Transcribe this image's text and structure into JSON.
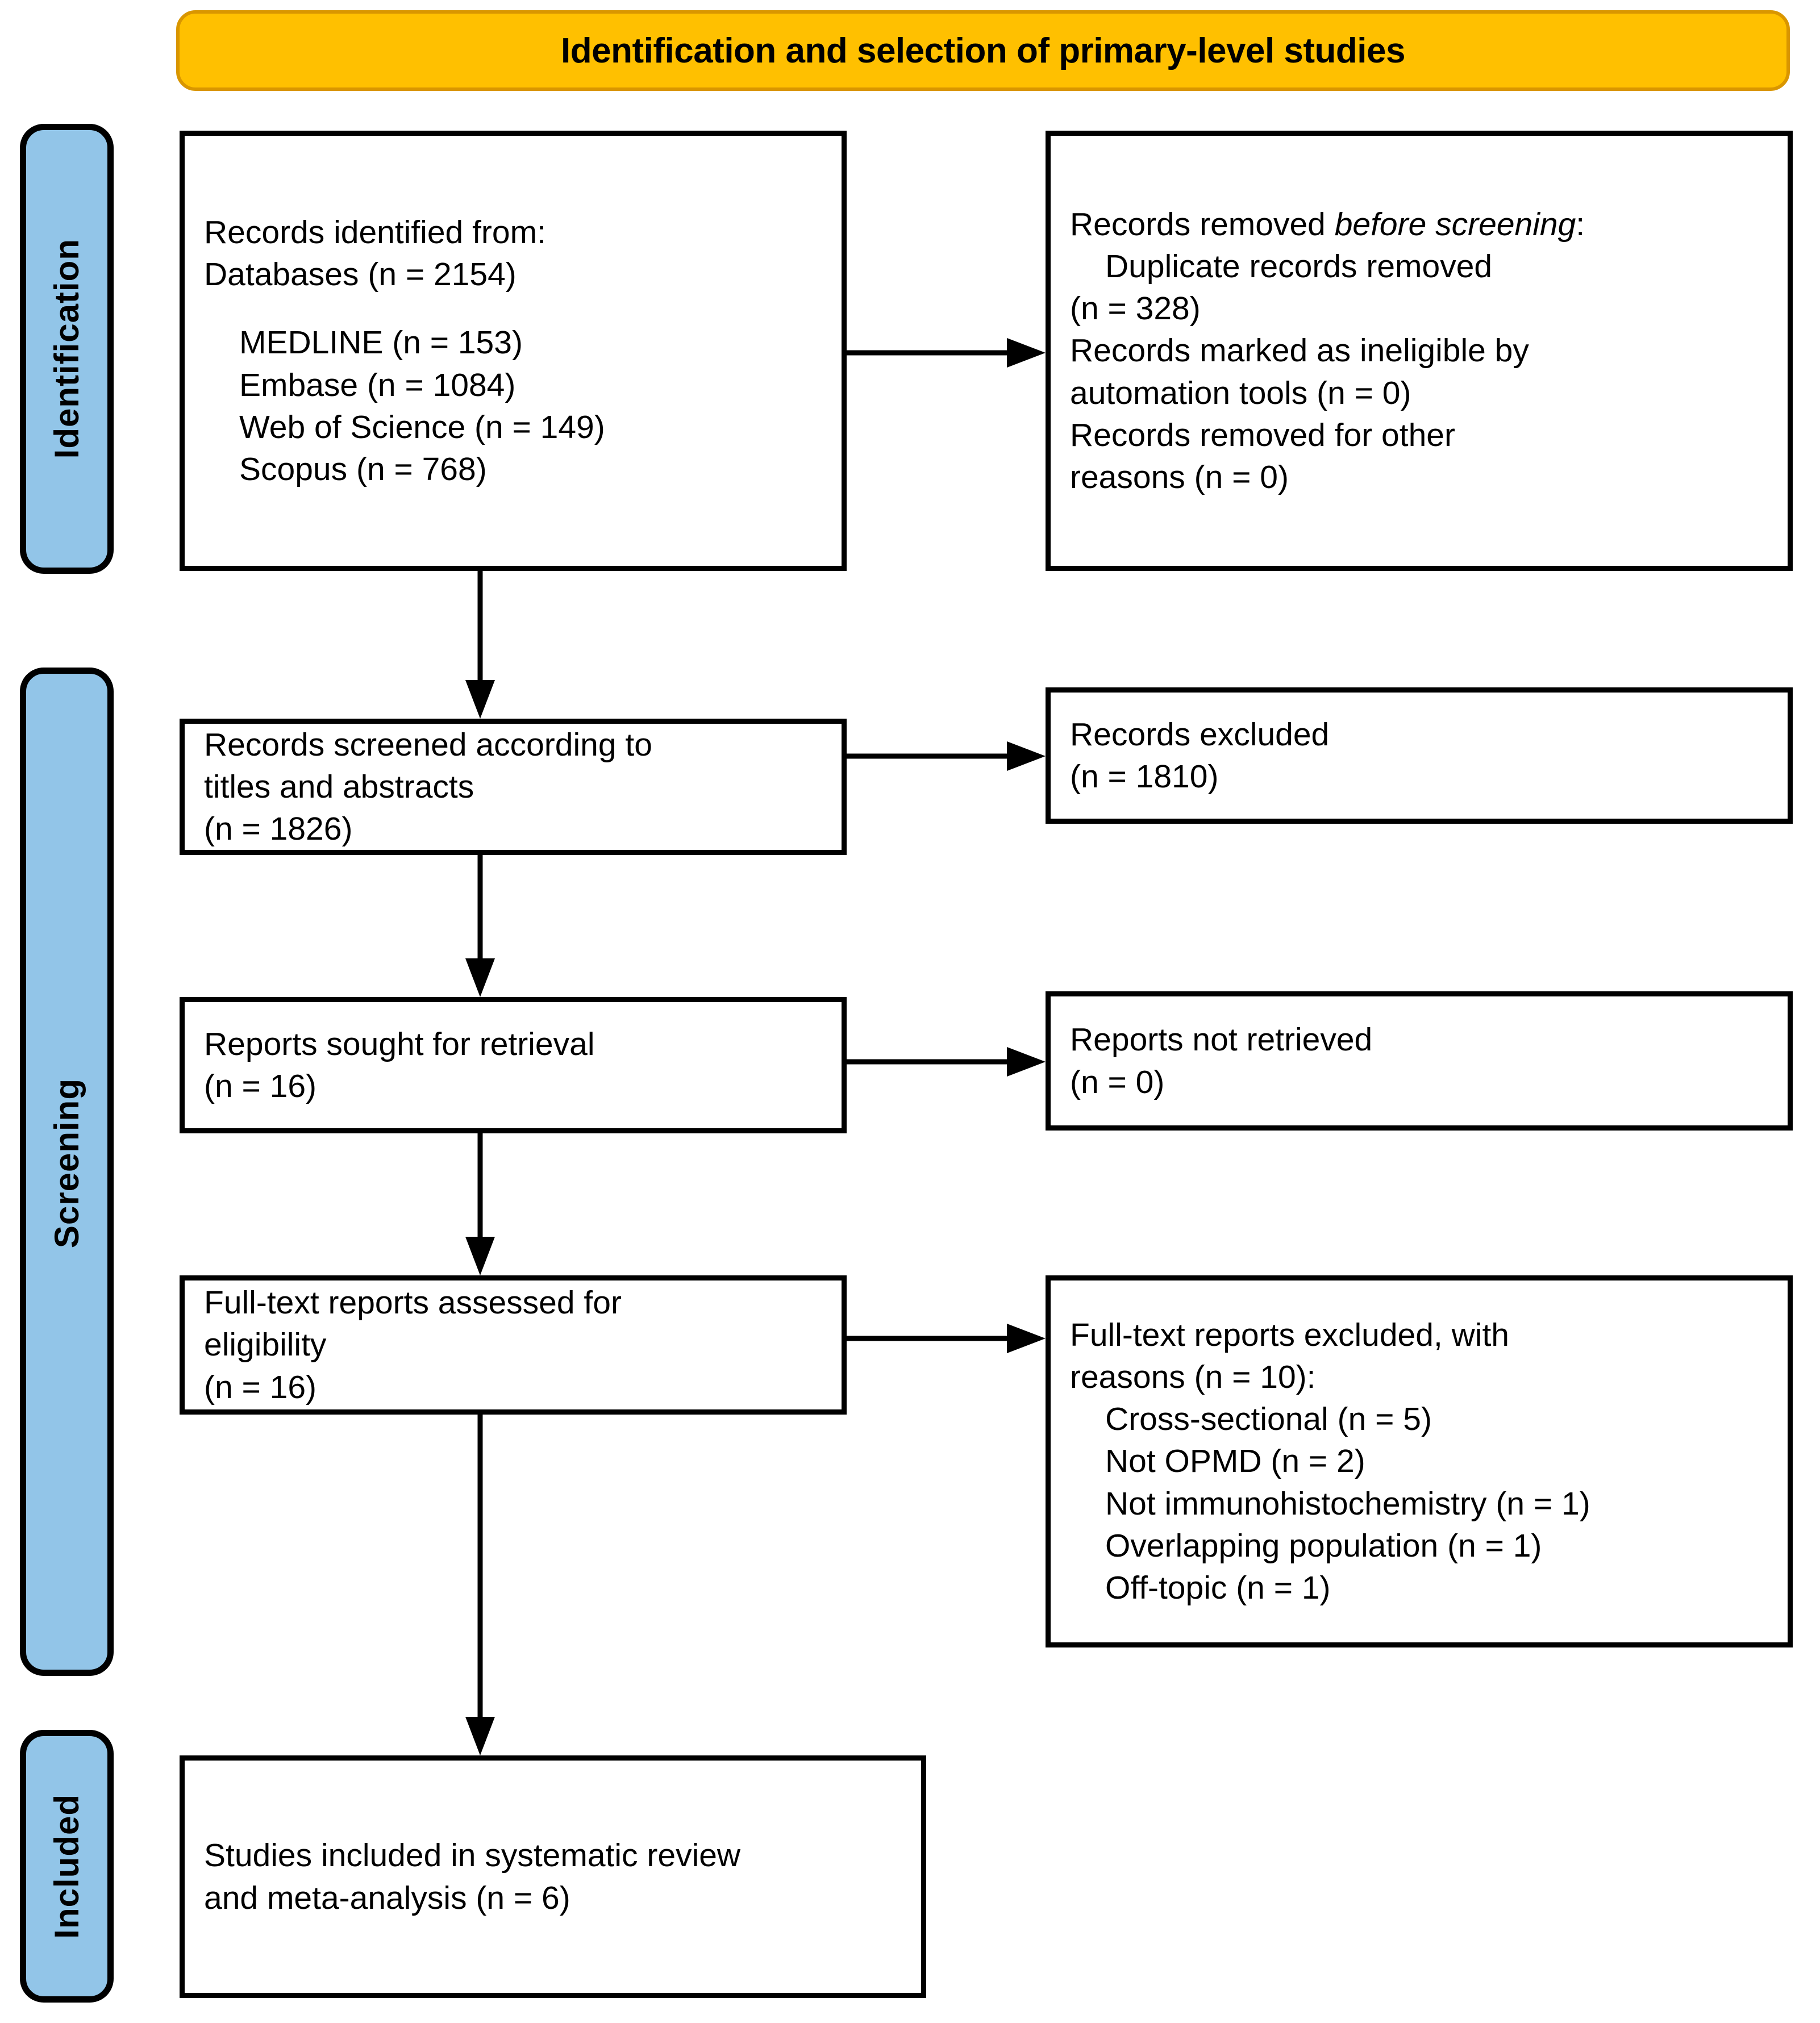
{
  "header": {
    "title": "Identification and selection of primary-level studies",
    "bar_color": "#FFC000",
    "bar_border_color": "#D99600"
  },
  "phases": [
    {
      "id": "identification",
      "label": "Identification",
      "color": "#92C5E8"
    },
    {
      "id": "screening",
      "label": "Screening",
      "color": "#92C5E8"
    },
    {
      "id": "included",
      "label": "Included",
      "color": "#92C5E8"
    }
  ],
  "boxes": {
    "identified": {
      "lines": [
        "Records identified from:",
        "Databases (n = 2154)",
        "MEDLINE (n = 153)",
        "Embase (n = 1084)",
        "Web of Science (n = 149)",
        "Scopus (n = 768)"
      ]
    },
    "removed": {
      "heading_prefix": "Records removed ",
      "heading_italic": "before screening",
      "heading_suffix": ":",
      "lines": [
        "Duplicate records removed",
        "(n = 328)",
        "Records marked as ineligible by",
        "automation tools (n = 0)",
        "Records removed for other",
        "reasons (n = 0)"
      ]
    },
    "screened": {
      "lines": [
        "Records screened according to",
        "titles and abstracts",
        "(n = 1826)"
      ]
    },
    "excluded": {
      "lines": [
        "Records excluded",
        "(n = 1810)"
      ]
    },
    "sought": {
      "lines": [
        "Reports sought for retrieval",
        "(n = 16)"
      ]
    },
    "not_retrieved": {
      "lines": [
        "Reports not retrieved",
        "(n = 0)"
      ]
    },
    "fulltext": {
      "lines": [
        "Full-text reports assessed for",
        "eligibility",
        "(n = 16)"
      ]
    },
    "fulltext_excluded": {
      "lines": [
        "Full-text reports excluded, with",
        "reasons (n = 10):"
      ],
      "reasons": [
        "Cross-sectional (n = 5)",
        "Not OPMD (n = 2)",
        "Not immunohistochemistry (n = 1)",
        "Overlapping population (n = 1)",
        "Off-topic (n = 1)"
      ]
    },
    "included": {
      "lines": [
        "Studies included in systematic review",
        "and meta-analysis (n = 6)"
      ]
    }
  },
  "arrows": [
    {
      "id": "identified-to-removed",
      "direction": "right"
    },
    {
      "id": "identified-to-screened",
      "direction": "down"
    },
    {
      "id": "screened-to-excluded",
      "direction": "right"
    },
    {
      "id": "screened-to-sought",
      "direction": "down"
    },
    {
      "id": "sought-to-notretrieved",
      "direction": "right"
    },
    {
      "id": "sought-to-fulltext",
      "direction": "down"
    },
    {
      "id": "fulltext-to-ftexcluded",
      "direction": "right"
    },
    {
      "id": "fulltext-to-included",
      "direction": "down"
    }
  ]
}
